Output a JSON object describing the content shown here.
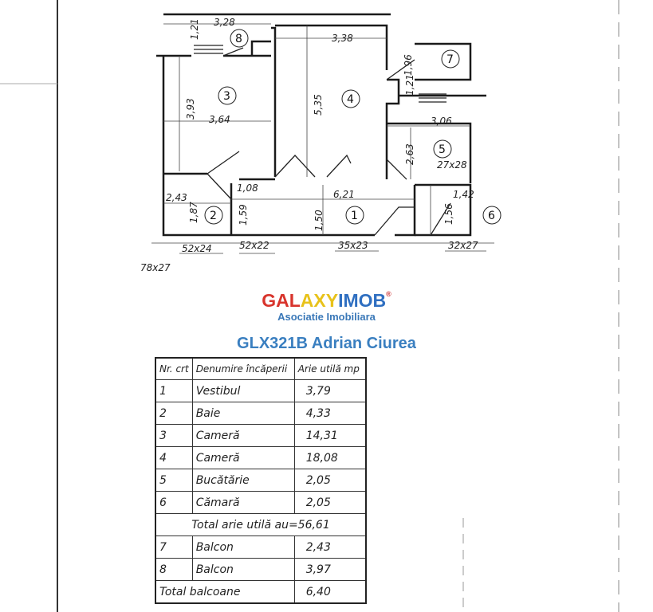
{
  "floor_plan": {
    "rooms": [
      {
        "number": "1"
      },
      {
        "number": "2"
      },
      {
        "number": "3"
      },
      {
        "number": "4"
      },
      {
        "number": "5"
      },
      {
        "number": "6"
      },
      {
        "number": "7"
      },
      {
        "number": "8"
      }
    ],
    "dimensions": [
      "3,28",
      "1,21",
      "3,38",
      "3,93",
      "3,64",
      "5,35",
      "1,96",
      "1,21",
      "3,06",
      "2,63",
      "27x28",
      "1,08",
      "6,21",
      "1,50",
      "1,59",
      "1,87",
      "2,43",
      "1,42",
      "1,56",
      "52x24",
      "52x22",
      "35x23",
      "32x27",
      "78x27"
    ]
  },
  "logo": {
    "parts": [
      "GAL",
      "AXY",
      "IMOB"
    ],
    "registered": "®",
    "subtitle": "Asociatie Imobiliara",
    "colors": {
      "red": "#d8342c",
      "yellow": "#e8c21a",
      "blue": "#2f6fc1"
    }
  },
  "listing_ref": "GLX321B Adrian Ciurea",
  "table": {
    "header": {
      "nr": "Nr. crt",
      "name": "Denumire încăperii",
      "area": "Arie utilă mp"
    },
    "rows": [
      {
        "nr": "1",
        "name": "Vestibul",
        "area": "3,79"
      },
      {
        "nr": "2",
        "name": "Baie",
        "area": "4,33"
      },
      {
        "nr": "3",
        "name": "Cameră",
        "area": "14,31"
      },
      {
        "nr": "4",
        "name": "Cameră",
        "area": "18,08"
      },
      {
        "nr": "5",
        "name": "Bucătărie",
        "area": "2,05"
      },
      {
        "nr": "6",
        "name": "Cămară",
        "area": "2,05"
      }
    ],
    "total_useful": "Total arie utilă au=56,61",
    "balconies": [
      {
        "nr": "7",
        "name": "Balcon",
        "area": "2,43"
      },
      {
        "nr": "8",
        "name": "Balcon",
        "area": "3,97"
      }
    ],
    "total_balconies": {
      "label": "Total balcoane",
      "area": "6,40"
    }
  }
}
